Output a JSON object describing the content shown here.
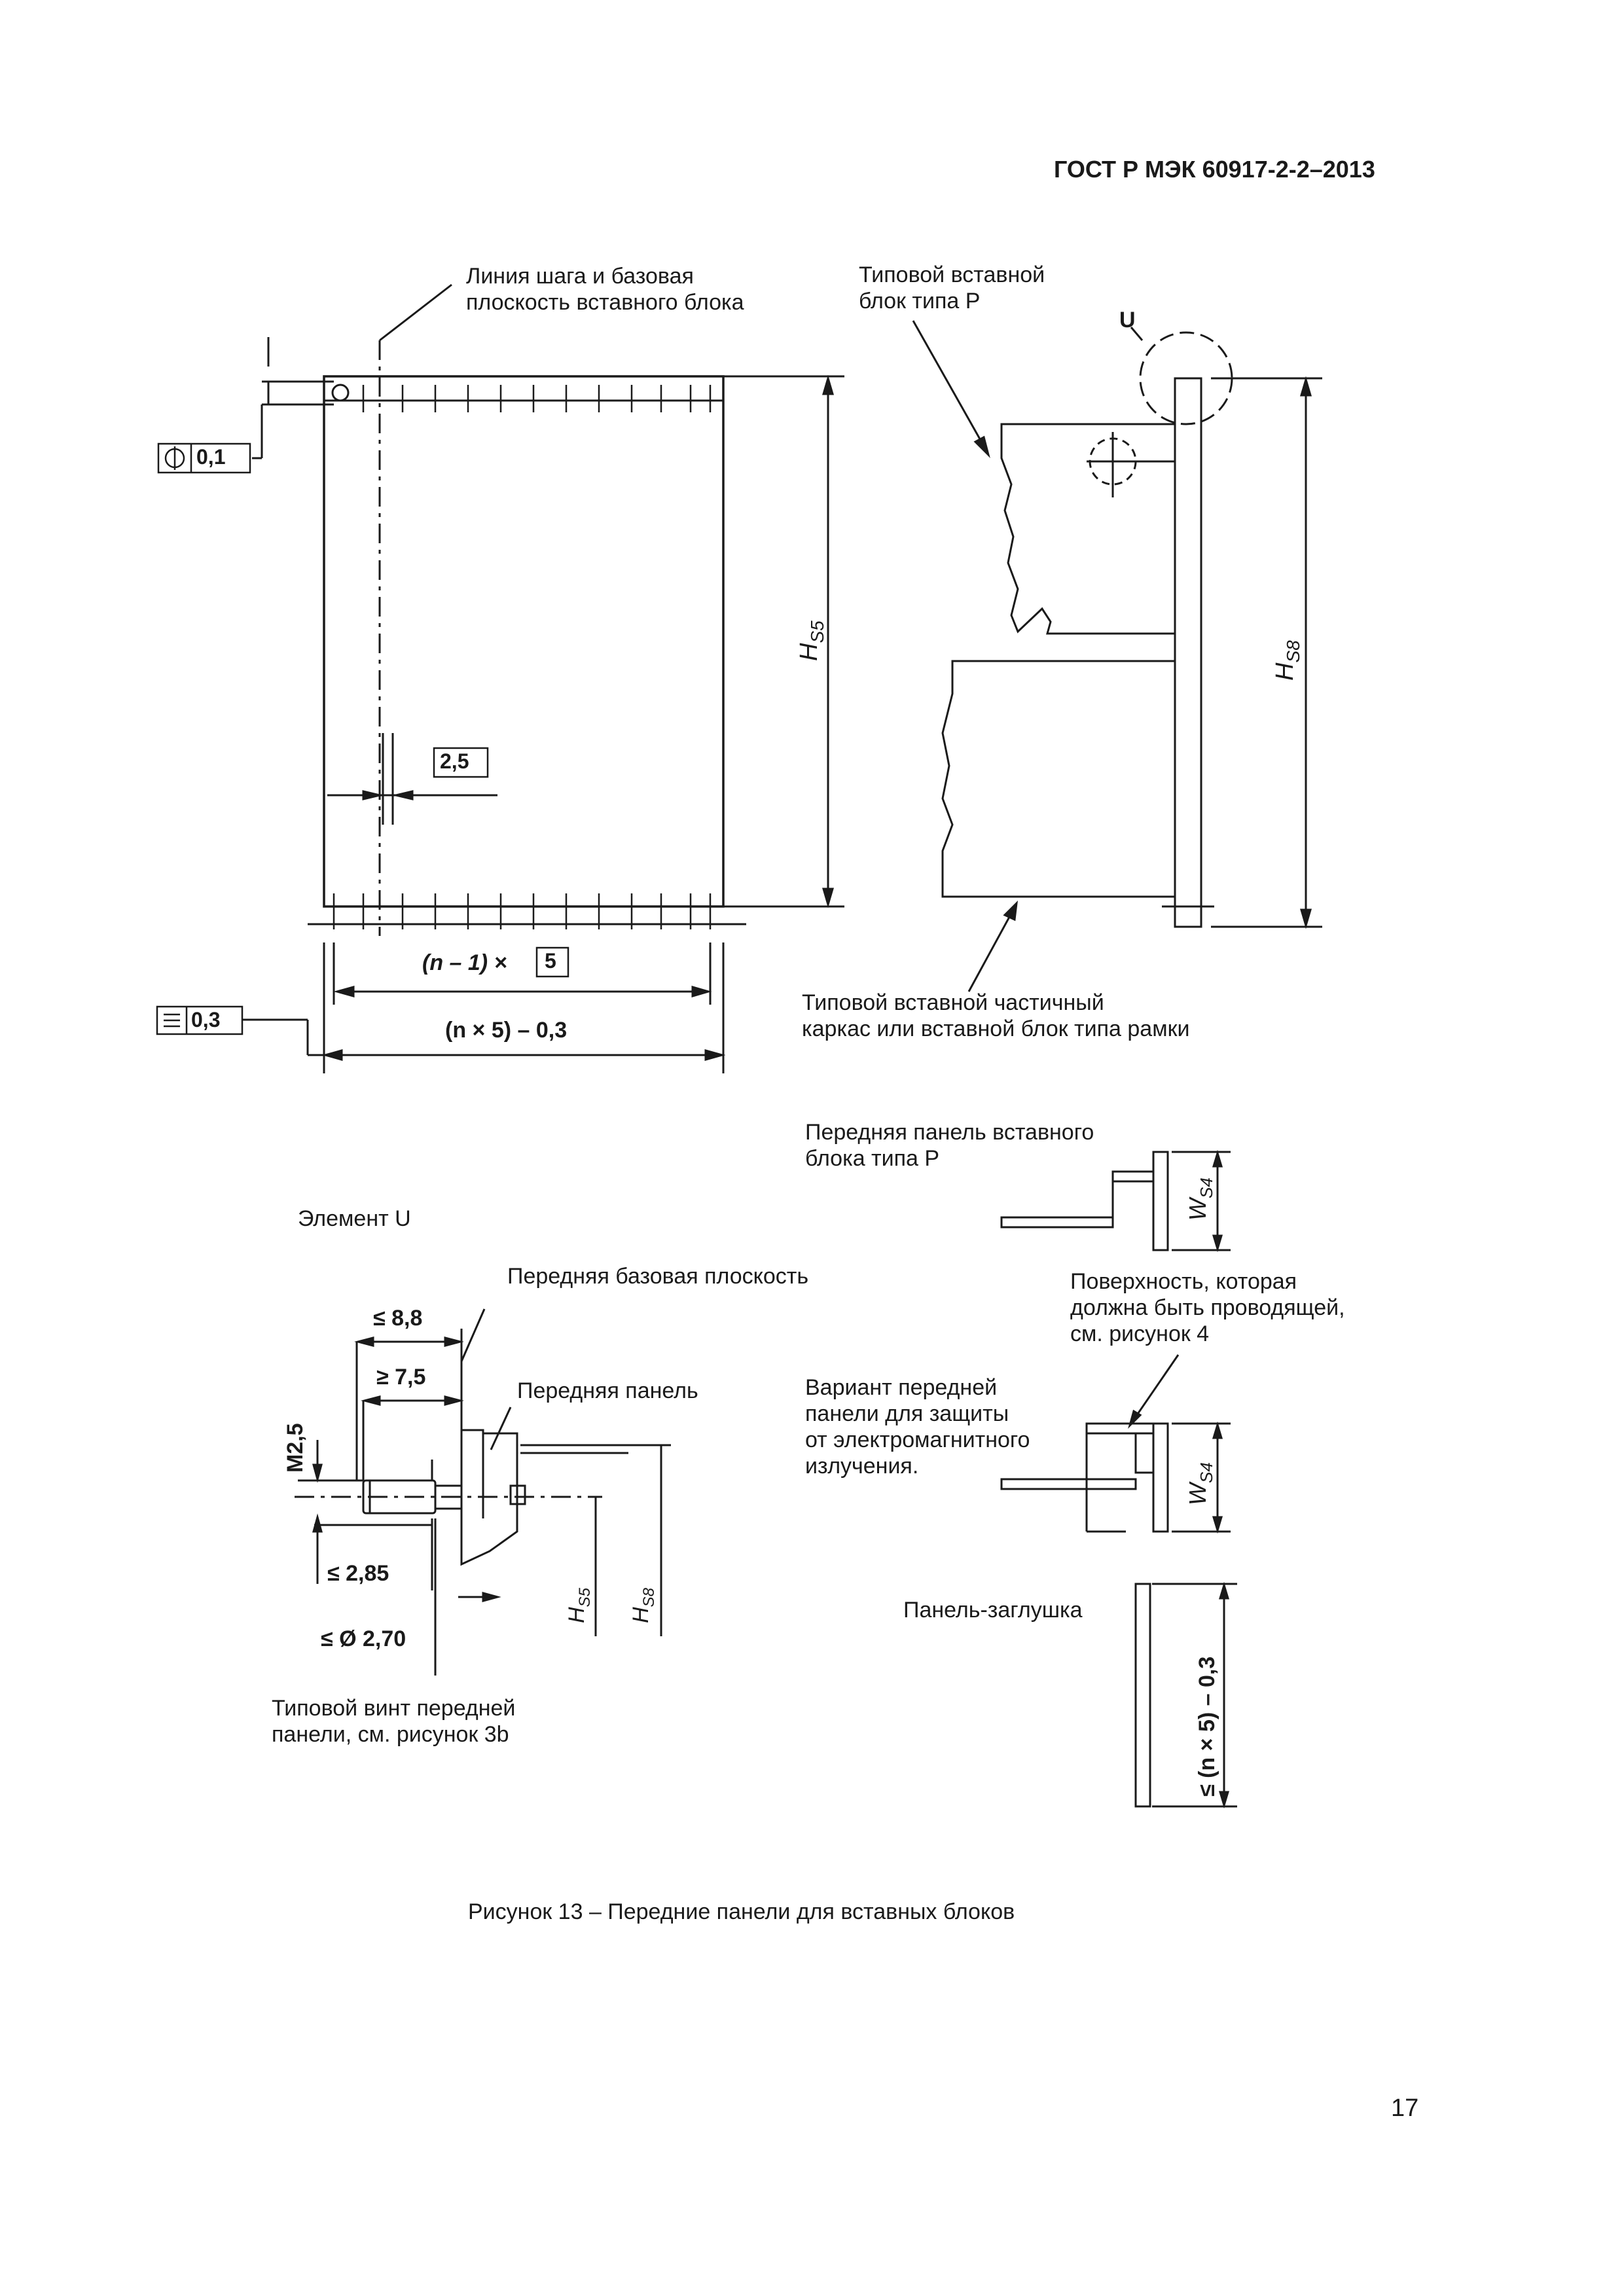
{
  "header": {
    "standard": "ГОСТ Р МЭК 60917-2-2–2013"
  },
  "figure": {
    "pitch_line_label": [
      "Линия шага и базовая",
      "плоскость вставного блока"
    ],
    "typical_unit_label": [
      "Типовой вставной",
      "блок типа P"
    ],
    "u_label": "U",
    "position_tol": "0,1",
    "flatness_tol": "0,3",
    "dim_25": "2,5",
    "dim_n1": "(n – 1) ×",
    "dim_n1_box": "5",
    "dim_n5": "(n × 5) – 0,3",
    "hs5": "H",
    "hs5_sub": "S5",
    "hs8": "H",
    "hs8_sub": "S8",
    "subrack_label": [
      "Типовой вставной частичный",
      "каркас или вставной блок типа рамки"
    ],
    "front_panel_p_label": [
      "Передняя панель вставного",
      "блока типа P"
    ],
    "ws4": "W",
    "ws4_sub": "S4",
    "element_u": "Элемент U",
    "front_datum": "Передняя базовая плоскость",
    "le_88": "≤ 8,8",
    "ge_75": "≥ 7,5",
    "front_panel": "Передняя панель",
    "m25": "M2,5",
    "le_285": "≤ 2,85",
    "le_dia": "≤ Ø 2,70",
    "screw_label": [
      "Типовой винт передней",
      "панели, см. рисунок 3b"
    ],
    "conductive_label": [
      "Поверхность, которая",
      "должна быть проводящей,",
      "см. рисунок 4"
    ],
    "emi_label": [
      "Вариант передней",
      "панели для защиты",
      "от электромагнитного",
      "излучения."
    ],
    "blank_panel": "Панель-заглушка",
    "blank_dim": "≤ (n × 5) – 0,3"
  },
  "caption": "Рисунок 13 – Передние панели для вставных блоков",
  "page_number": "17"
}
